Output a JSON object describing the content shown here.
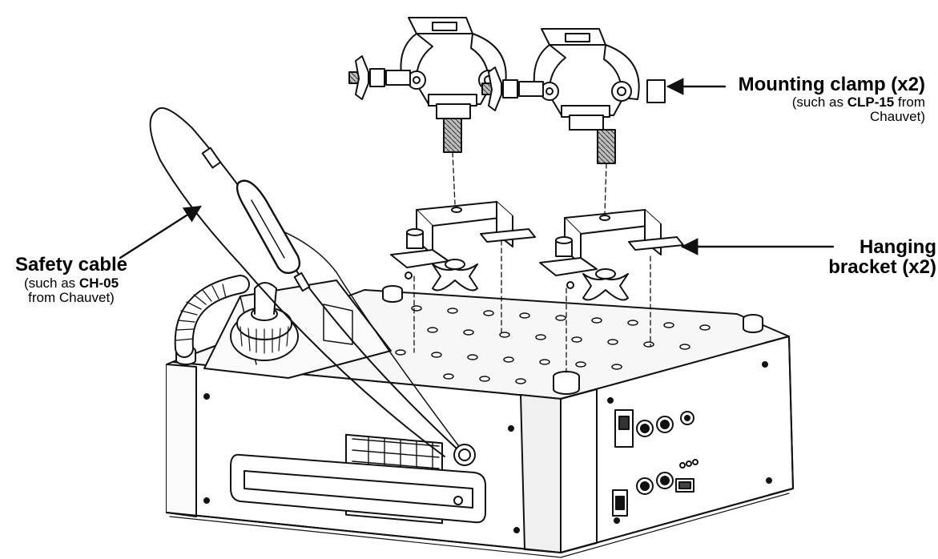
{
  "labels": {
    "mounting_clamp": {
      "title": "Mounting clamp (x2)",
      "sub_prefix": "(such as ",
      "sub_bold": "CLP-15",
      "sub_suffix": " from",
      "sub_line2": "Chauvet)"
    },
    "hanging_bracket": {
      "title_line1": "Hanging",
      "title_line2": "bracket (x2)"
    },
    "safety_cable": {
      "title": "Safety cable",
      "sub_prefix": "(such as ",
      "sub_bold": "CH-05",
      "sub_line2": "from Chauvet)"
    }
  },
  "colors": {
    "line": "#111111",
    "fill_light": "#f4f4f4",
    "fill_mid": "#d9d9d9",
    "fill_dark": "#8c8c8c",
    "background": "#ffffff"
  }
}
